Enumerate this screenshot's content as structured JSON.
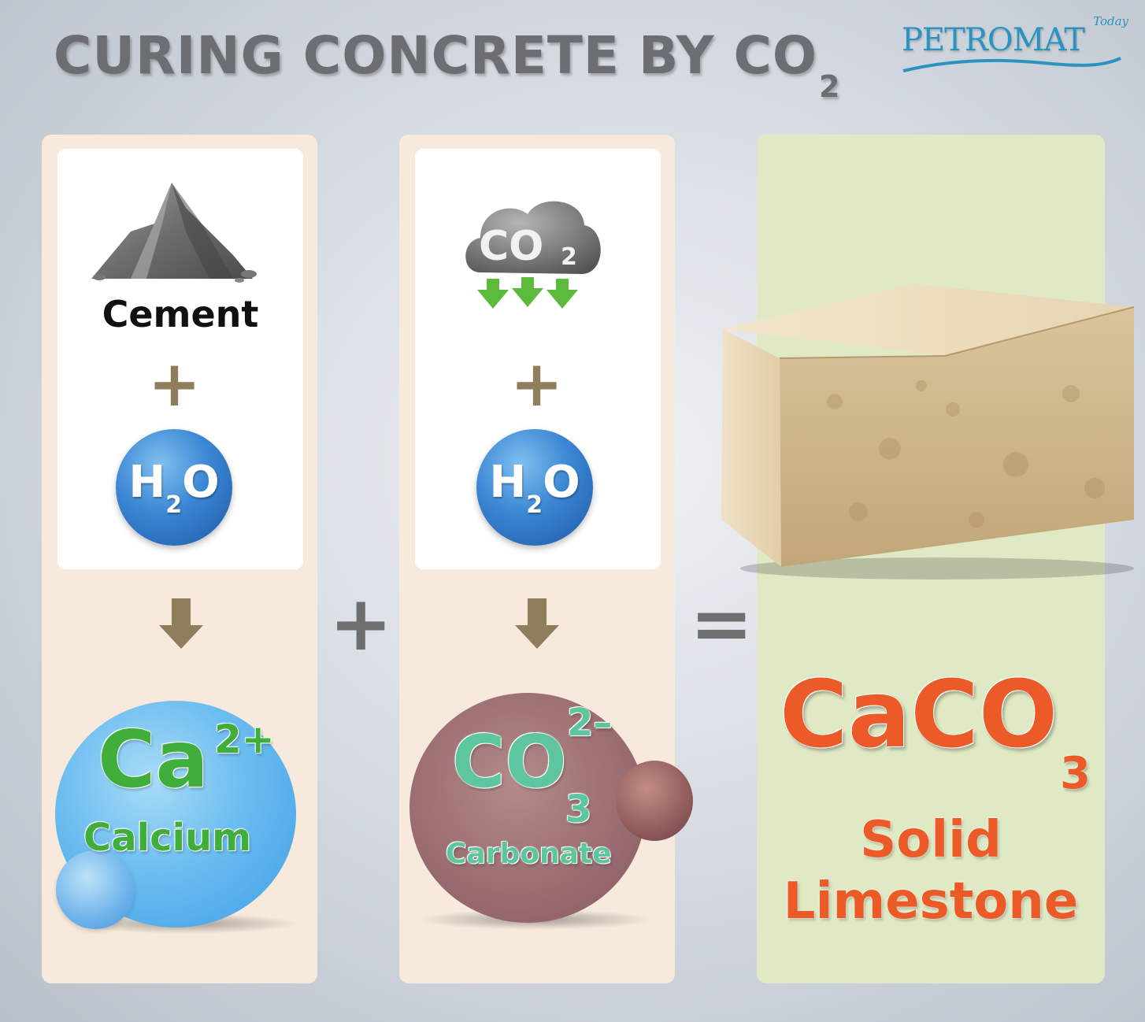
{
  "header": {
    "title_main": "CURING CONCRETE BY CO",
    "title_subscript": "2",
    "logo_text": "PETROMAT",
    "logo_tagline": "Today"
  },
  "colors": {
    "title": "#6b6e72",
    "logo": "#2a93bf",
    "panel_input_bg": "#f7eadc",
    "panel_result_bg": "#dfeac5",
    "operator": "#8f7d5c",
    "calcium_text": "#3fae3b",
    "carbonate_text": "#5ec69e",
    "result_text": "#ec5a28"
  },
  "columns": [
    {
      "id": "cement",
      "top_item_icon": "cement-pile-icon",
      "top_item_label": "Cement",
      "operator": "+",
      "second_item": {
        "main": "H",
        "subscript": "2",
        "tail": "O"
      },
      "arrow": "down-arrow",
      "ion": {
        "symbol": "Ca",
        "charge": "2+",
        "subscript": "",
        "name": "Calcium"
      }
    },
    {
      "id": "co2",
      "top_item_icon": "co2-cloud-icon",
      "top_item_label": "CO2",
      "operator": "+",
      "second_item": {
        "main": "H",
        "subscript": "2",
        "tail": "O"
      },
      "arrow": "down-arrow",
      "ion": {
        "symbol": "CO",
        "charge": "2–",
        "subscript": "3",
        "name": "Carbonate"
      }
    }
  ],
  "between_operator": "+",
  "equals_operator": "=",
  "result": {
    "image": "limestone-brick",
    "formula_main": "CaCO",
    "formula_subscript": "3",
    "label_line1": "Solid",
    "label_line2": "Limestone"
  }
}
